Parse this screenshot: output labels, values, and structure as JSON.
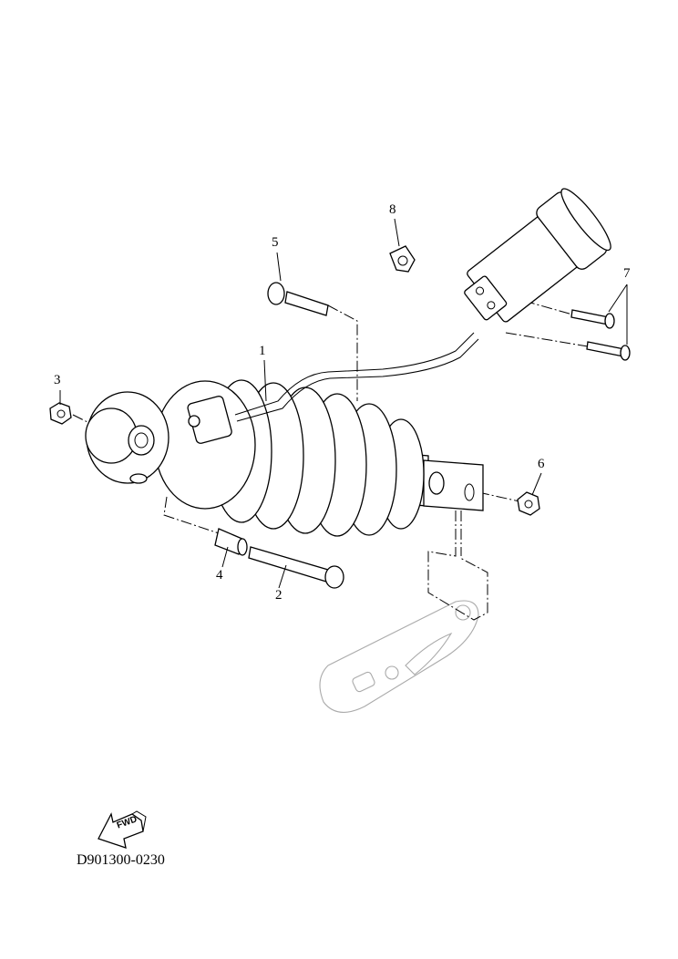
{
  "diagram": {
    "callouts": [
      "1",
      "2",
      "3",
      "4",
      "5",
      "6",
      "7",
      "8"
    ],
    "fwd_label": "FWD",
    "diagram_code": "D901300-0230"
  },
  "parts": [
    {
      "number": "1",
      "name": "rear-shock-absorber-assembly"
    },
    {
      "number": "2",
      "name": "bolt"
    },
    {
      "number": "3",
      "name": "nut"
    },
    {
      "number": "4",
      "name": "collar"
    },
    {
      "number": "5",
      "name": "bolt"
    },
    {
      "number": "6",
      "name": "nut"
    },
    {
      "number": "7",
      "name": "bolt"
    },
    {
      "number": "8",
      "name": "clamp"
    }
  ]
}
